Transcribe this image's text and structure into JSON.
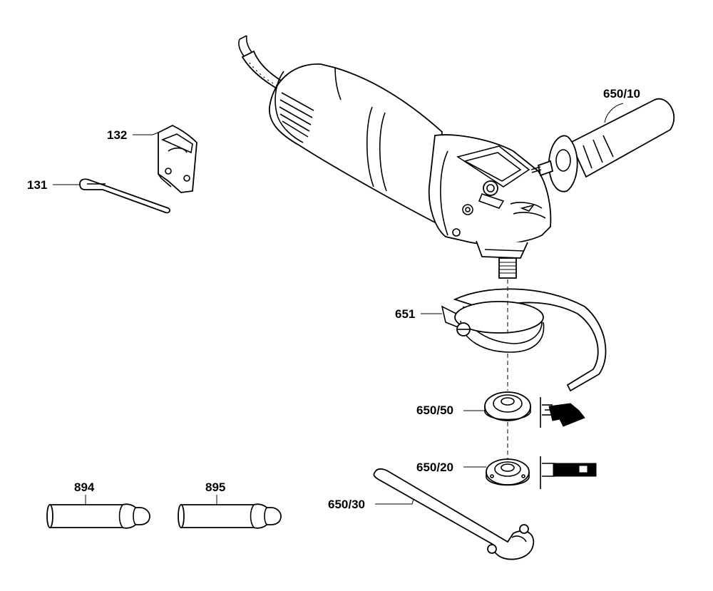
{
  "parts": {
    "p650_10": "650/10",
    "p132": "132",
    "p131": "131",
    "p651": "651",
    "p650_50": "650/50",
    "p650_20": "650/20",
    "p650_30": "650/30",
    "p894": "894",
    "p895": "895"
  }
}
